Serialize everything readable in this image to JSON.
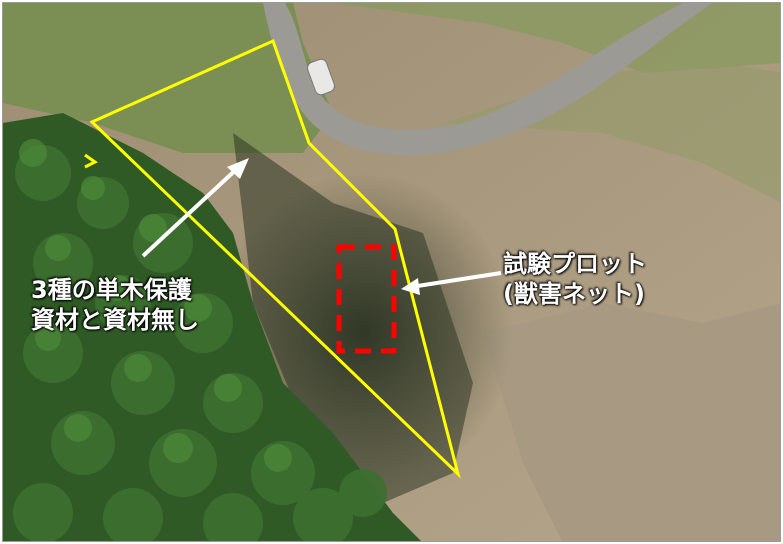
{
  "figure": {
    "annotation_left": {
      "line1": "3種の単木保護",
      "line2": "資材と資材無し"
    },
    "annotation_right": {
      "line1": "試験プロット",
      "line2": "(獣害ネット)"
    }
  },
  "colors": {
    "outline": "#ffff00",
    "plot_box": "#ff0000",
    "arrow": "#ffffff",
    "text": "#ffffff"
  }
}
